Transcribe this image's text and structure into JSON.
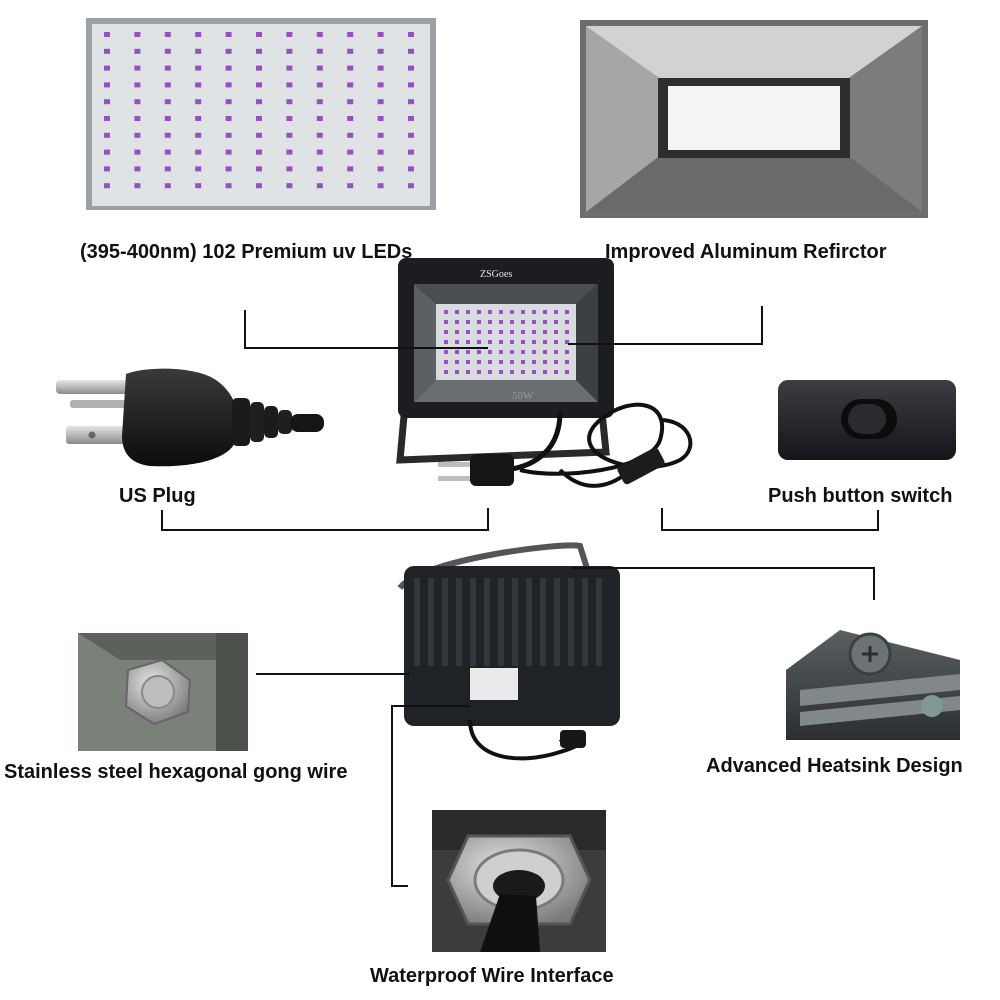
{
  "labels": {
    "uv_leds": "(395-400nm) 102 Premium uv LEDs",
    "reflector": "Improved Aluminum Refirctor",
    "us_plug": "US Plug",
    "push_switch": "Push button switch",
    "gong_wire": "Stainless steel hexagonal gong wire",
    "heatsink": "Advanced Heatsink Design",
    "wire_interface": "Waterproof Wire Interface"
  },
  "product": {
    "brand": "ZSGoes",
    "wattage": "50W"
  },
  "colors": {
    "uv_led": "#9a4fc0",
    "housing": "#1c1d20",
    "led_panel": "#dfe3e6",
    "leader_line": "#111111"
  }
}
